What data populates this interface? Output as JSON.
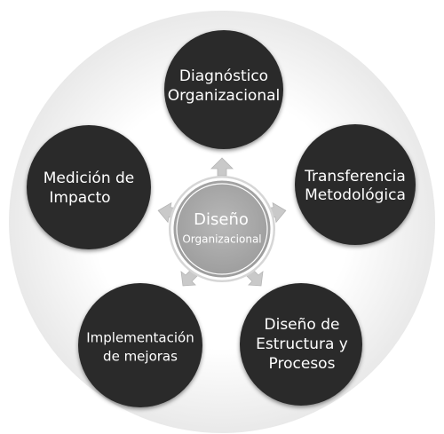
{
  "center": {
    "line1": "Diseño",
    "line2": "Organizacional"
  },
  "nodes": {
    "diagnostico": {
      "line1": "Diagnóstico",
      "line2": "Organizacional"
    },
    "transferencia": {
      "line1": "Transferencia",
      "line2": "Metodológica"
    },
    "estructura": {
      "line1": "Diseño de",
      "line2": "Estructura y",
      "line3": "Procesos"
    },
    "implementacion": {
      "line1": "Implementación",
      "line2": "de mejoras"
    },
    "medicion": {
      "line1": "Medición de",
      "line2": "Impacto"
    }
  },
  "colors": {
    "node_fill": "#2b2b2b",
    "node_shadow": "#9a9a9a",
    "center_fill": "#a9a9a9",
    "center_ring": "#ffffff",
    "arrow_fill": "#c7c7c7",
    "text": "#ffffff"
  }
}
